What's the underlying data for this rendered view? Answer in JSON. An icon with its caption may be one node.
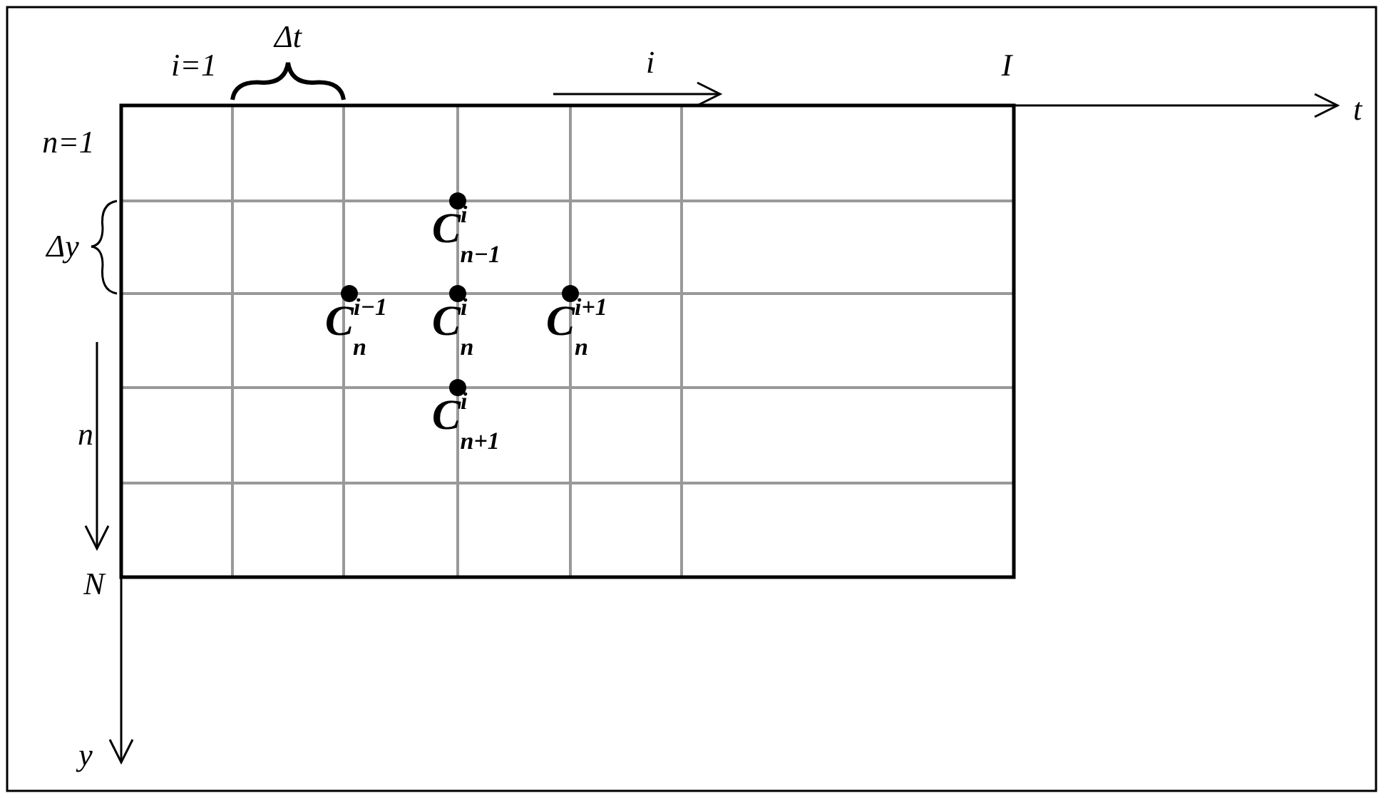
{
  "diagram": {
    "labels": [
      "i=1",
      "Δt",
      "i",
      "I",
      "t",
      "n=1",
      "Δy",
      "C$^{i}$$_{n−1}$",
      "C$^{i−1}$$_{n}$",
      "C$^{i}$$_{n}$",
      "C$^{i+1}$$_{n}$",
      "n",
      "C$^{i}$$_{n+1}$",
      "N",
      "y"
    ]
  }
}
